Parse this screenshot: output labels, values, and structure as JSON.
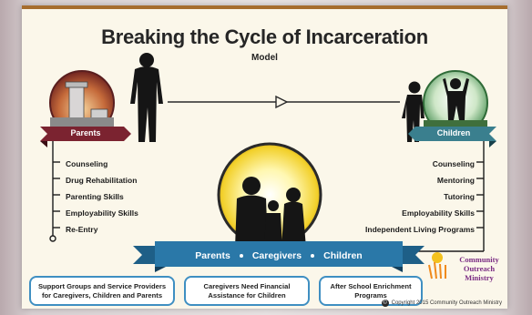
{
  "diagram": {
    "title": "Breaking the Cycle of Incarceration",
    "subtitle": "Model",
    "parents_label": "Parents",
    "children_label": "Children",
    "parents_services": [
      "Counseling",
      "Drug Rehabilitation",
      "Parenting Skills",
      "Employability Skills",
      "Re-Entry"
    ],
    "children_services": [
      "Counseling",
      "Mentoring",
      "Tutoring",
      "Employability Skills",
      "Independent Living Programs"
    ],
    "family_band": [
      "Parents",
      "Caregivers",
      "Children"
    ],
    "support_boxes": [
      "Support Groups and Service Providers for Caregivers, Children and Parents",
      "Caregivers Need Financial Assistance for Children",
      "After School Enrichment Programs"
    ]
  },
  "logo": {
    "line1": "Community",
    "line2": "Outreach",
    "line3": "Ministry"
  },
  "footer": {
    "copyright": "Copyright 2015 Community Outreach Ministry"
  },
  "colors": {
    "ribbon_maroon": "#7b2330",
    "ribbon_teal": "#3a7f8e",
    "band_blue": "#2a78a8",
    "box_border": "#3f8fc2",
    "accent_orange": "#a66d2e"
  }
}
